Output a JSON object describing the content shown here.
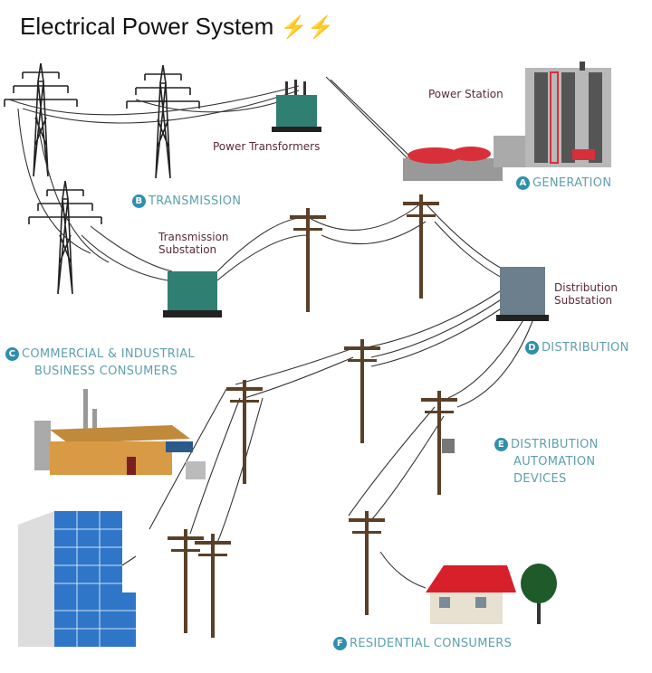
{
  "title": "Electrical Power System",
  "title_emoji": "⚡⚡",
  "labels": {
    "power_station": "Power Station",
    "power_transformers": "Power Transformers",
    "transmission_substation_1": "Transmission",
    "transmission_substation_2": "Substation",
    "distribution_substation_1": "Distribution",
    "distribution_substation_2": "Substation"
  },
  "stages": {
    "a": {
      "letter": "A",
      "text": "GENERATION"
    },
    "b": {
      "letter": "B",
      "text": "TRANSMISSION"
    },
    "c": {
      "letter": "C",
      "line1": "COMMERCIAL & INDUSTRIAL",
      "line2": "BUSINESS CONSUMERS"
    },
    "d": {
      "letter": "D",
      "text": "DISTRIBUTION"
    },
    "e": {
      "letter": "E",
      "line1": "DISTRIBUTION",
      "line2": "AUTOMATION",
      "line3": "DEVICES"
    },
    "f": {
      "letter": "F",
      "text": "RESIDENTIAL CONSUMERS"
    }
  },
  "colors": {
    "badge": "#2f8fac",
    "stage_text": "#5f9fae",
    "label_text": "#5a2a3a",
    "transformer": "#2f7f73",
    "generator": "#d8303a"
  }
}
